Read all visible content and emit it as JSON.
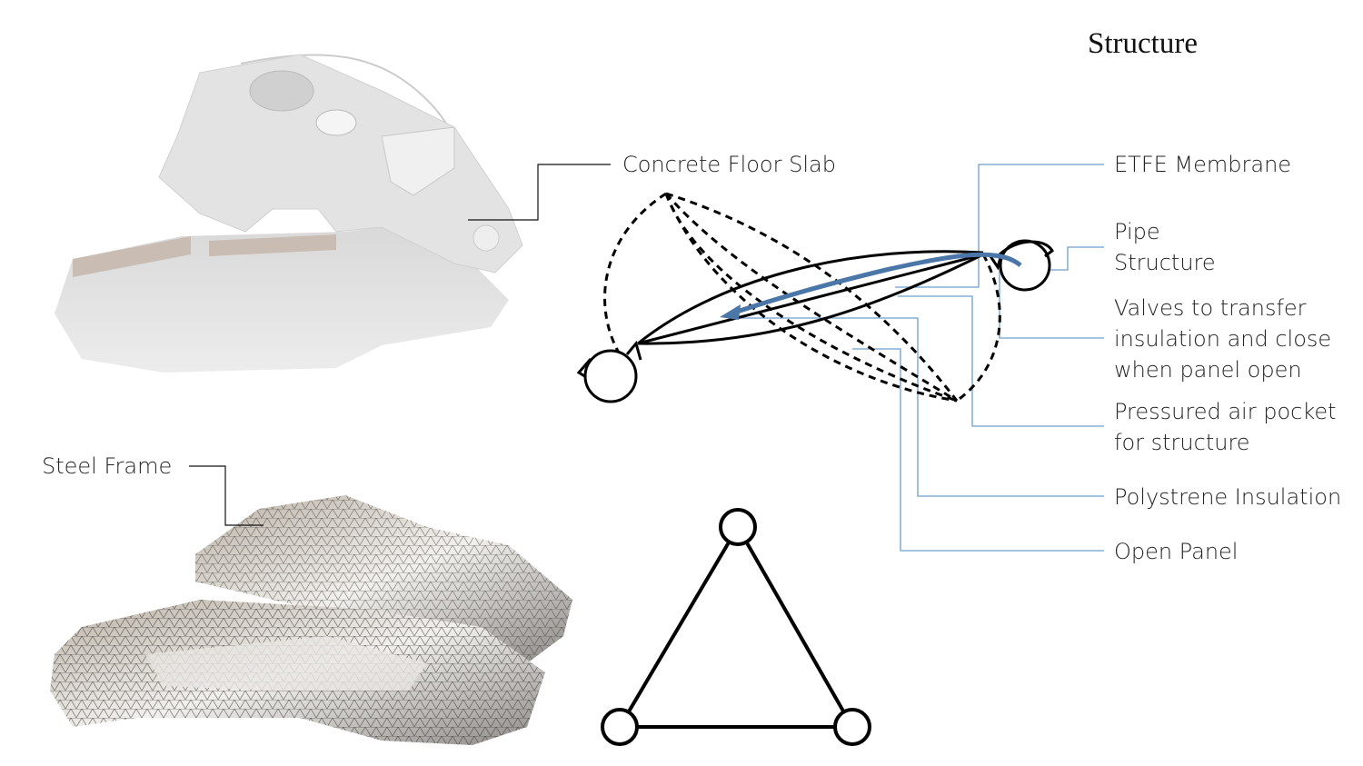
{
  "title": "Structure",
  "labels": {
    "concrete_floor_slab": "Concrete Floor Slab",
    "steel_frame": "Steel Frame",
    "etfe_membrane": "ETFE Membrane",
    "pipe_structure_1": "Pipe",
    "pipe_structure_2": "Structure",
    "valves_1": "Valves to transfer",
    "valves_2": "insulation and close",
    "valves_3": "when panel open",
    "air_pocket_1": "Pressured air pocket",
    "air_pocket_2": "for structure",
    "polystrene": "Polystrene Insulation",
    "open_panel": "Open Panel"
  },
  "colors": {
    "leader": "#6f9fcc",
    "arrow": "#4a76a8",
    "line": "#000000"
  }
}
